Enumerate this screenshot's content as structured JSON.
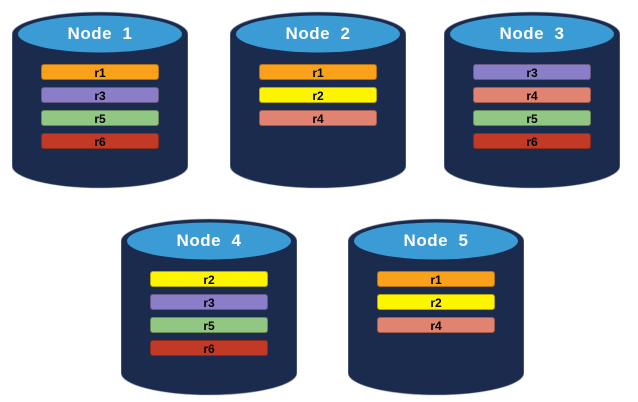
{
  "palette": {
    "cylinder_body": "#1b2b4d",
    "cylinder_top": "#3b9bd5",
    "cylinder_edge": "#aab4c2",
    "node_label_color": "#ffffff",
    "bar_text_color": "#000000"
  },
  "replicas": {
    "r1": "#f9a11b",
    "r2": "#fdf400",
    "r3": "#8b7ec8",
    "r4": "#e08370",
    "r5": "#90c883",
    "r6": "#c23a26"
  },
  "nodes": [
    {
      "label": "Node  1",
      "replicas": [
        "r1",
        "r3",
        "r5",
        "r6"
      ]
    },
    {
      "label": "Node  2",
      "replicas": [
        "r1",
        "r2",
        "r4"
      ]
    },
    {
      "label": "Node  3",
      "replicas": [
        "r3",
        "r4",
        "r5",
        "r6"
      ]
    },
    {
      "label": "Node  4",
      "replicas": [
        "r2",
        "r3",
        "r5",
        "r6"
      ]
    },
    {
      "label": "Node  5",
      "replicas": [
        "r1",
        "r2",
        "r4"
      ]
    }
  ]
}
